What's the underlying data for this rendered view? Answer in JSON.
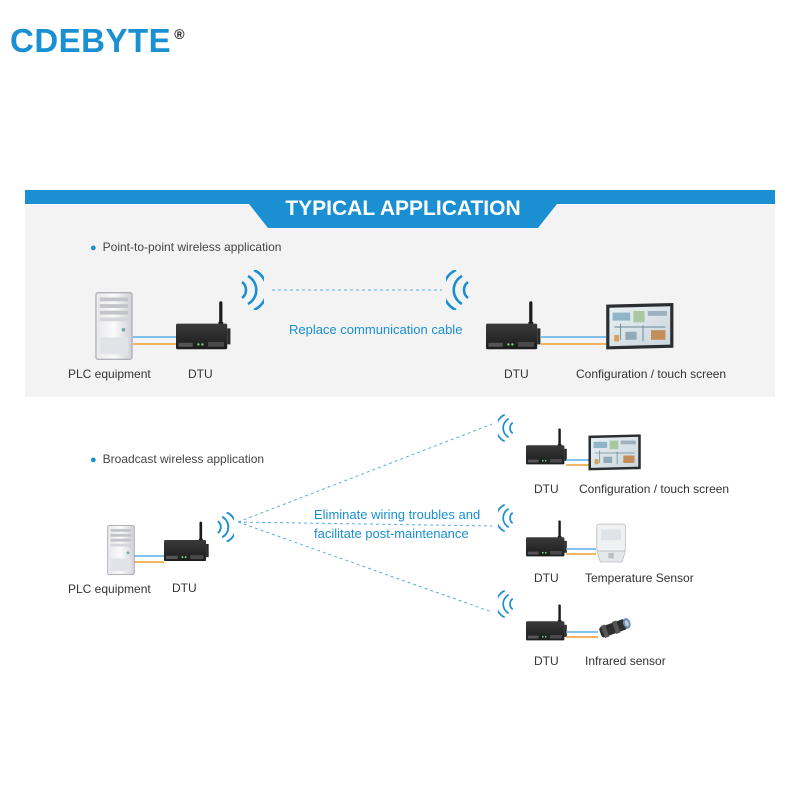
{
  "brand": {
    "name": "CDEBYTE",
    "mark": "®"
  },
  "section_title": "TYPICAL APPLICATION",
  "p2p": {
    "heading": "Point-to-point wireless application",
    "left_device": "PLC equipment",
    "left_dtu": "DTU",
    "link_note": "Replace communication cable",
    "right_dtu": "DTU",
    "right_device": "Configuration / touch screen"
  },
  "broadcast": {
    "heading": "Broadcast wireless application",
    "source_device": "PLC equipment",
    "source_dtu": "DTU",
    "note_line1": "Eliminate wiring troubles and",
    "note_line2": "facilitate post-maintenance",
    "targets": [
      {
        "dtu": "DTU",
        "device": "Configuration / touch screen"
      },
      {
        "dtu": "DTU",
        "device": "Temperature Sensor"
      },
      {
        "dtu": "DTU",
        "device": "Infrared sensor"
      }
    ]
  },
  "colors": {
    "brand_blue": "#1a8fd2",
    "panel_gray": "#f3f3f3",
    "dtu_body": "#2b2b2b",
    "cable_blue": "#5aaee6",
    "cable_orange": "#f0a030"
  }
}
